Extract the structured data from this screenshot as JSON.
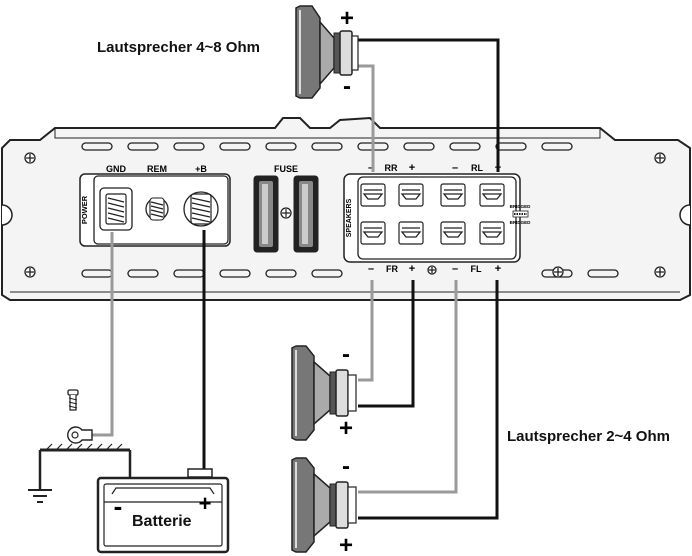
{
  "labels": {
    "speaker_top": "Lautsprecher 4~8 Ohm",
    "speaker_bottom": "Lautsprecher 2~4 Ohm",
    "battery": "Batterie"
  },
  "amplifier": {
    "power_block": "POWER",
    "power_terminals": [
      "GND",
      "REM",
      "+B"
    ],
    "fuse": "FUSE",
    "speakers_block": "SPEAKERS",
    "bridged": "BRIDGED",
    "rear_minus": "–",
    "rear_rr": "RR",
    "rear_plus": "+",
    "rear_rl": "RL",
    "front_fr": "FR",
    "front_fl": "FL"
  },
  "polarity": {
    "plus": "+",
    "minus": "-"
  },
  "colors": {
    "wire_black": "#111111",
    "wire_gray": "#9a9a9a",
    "outline": "#222222",
    "panel": "#f2f2f2"
  }
}
